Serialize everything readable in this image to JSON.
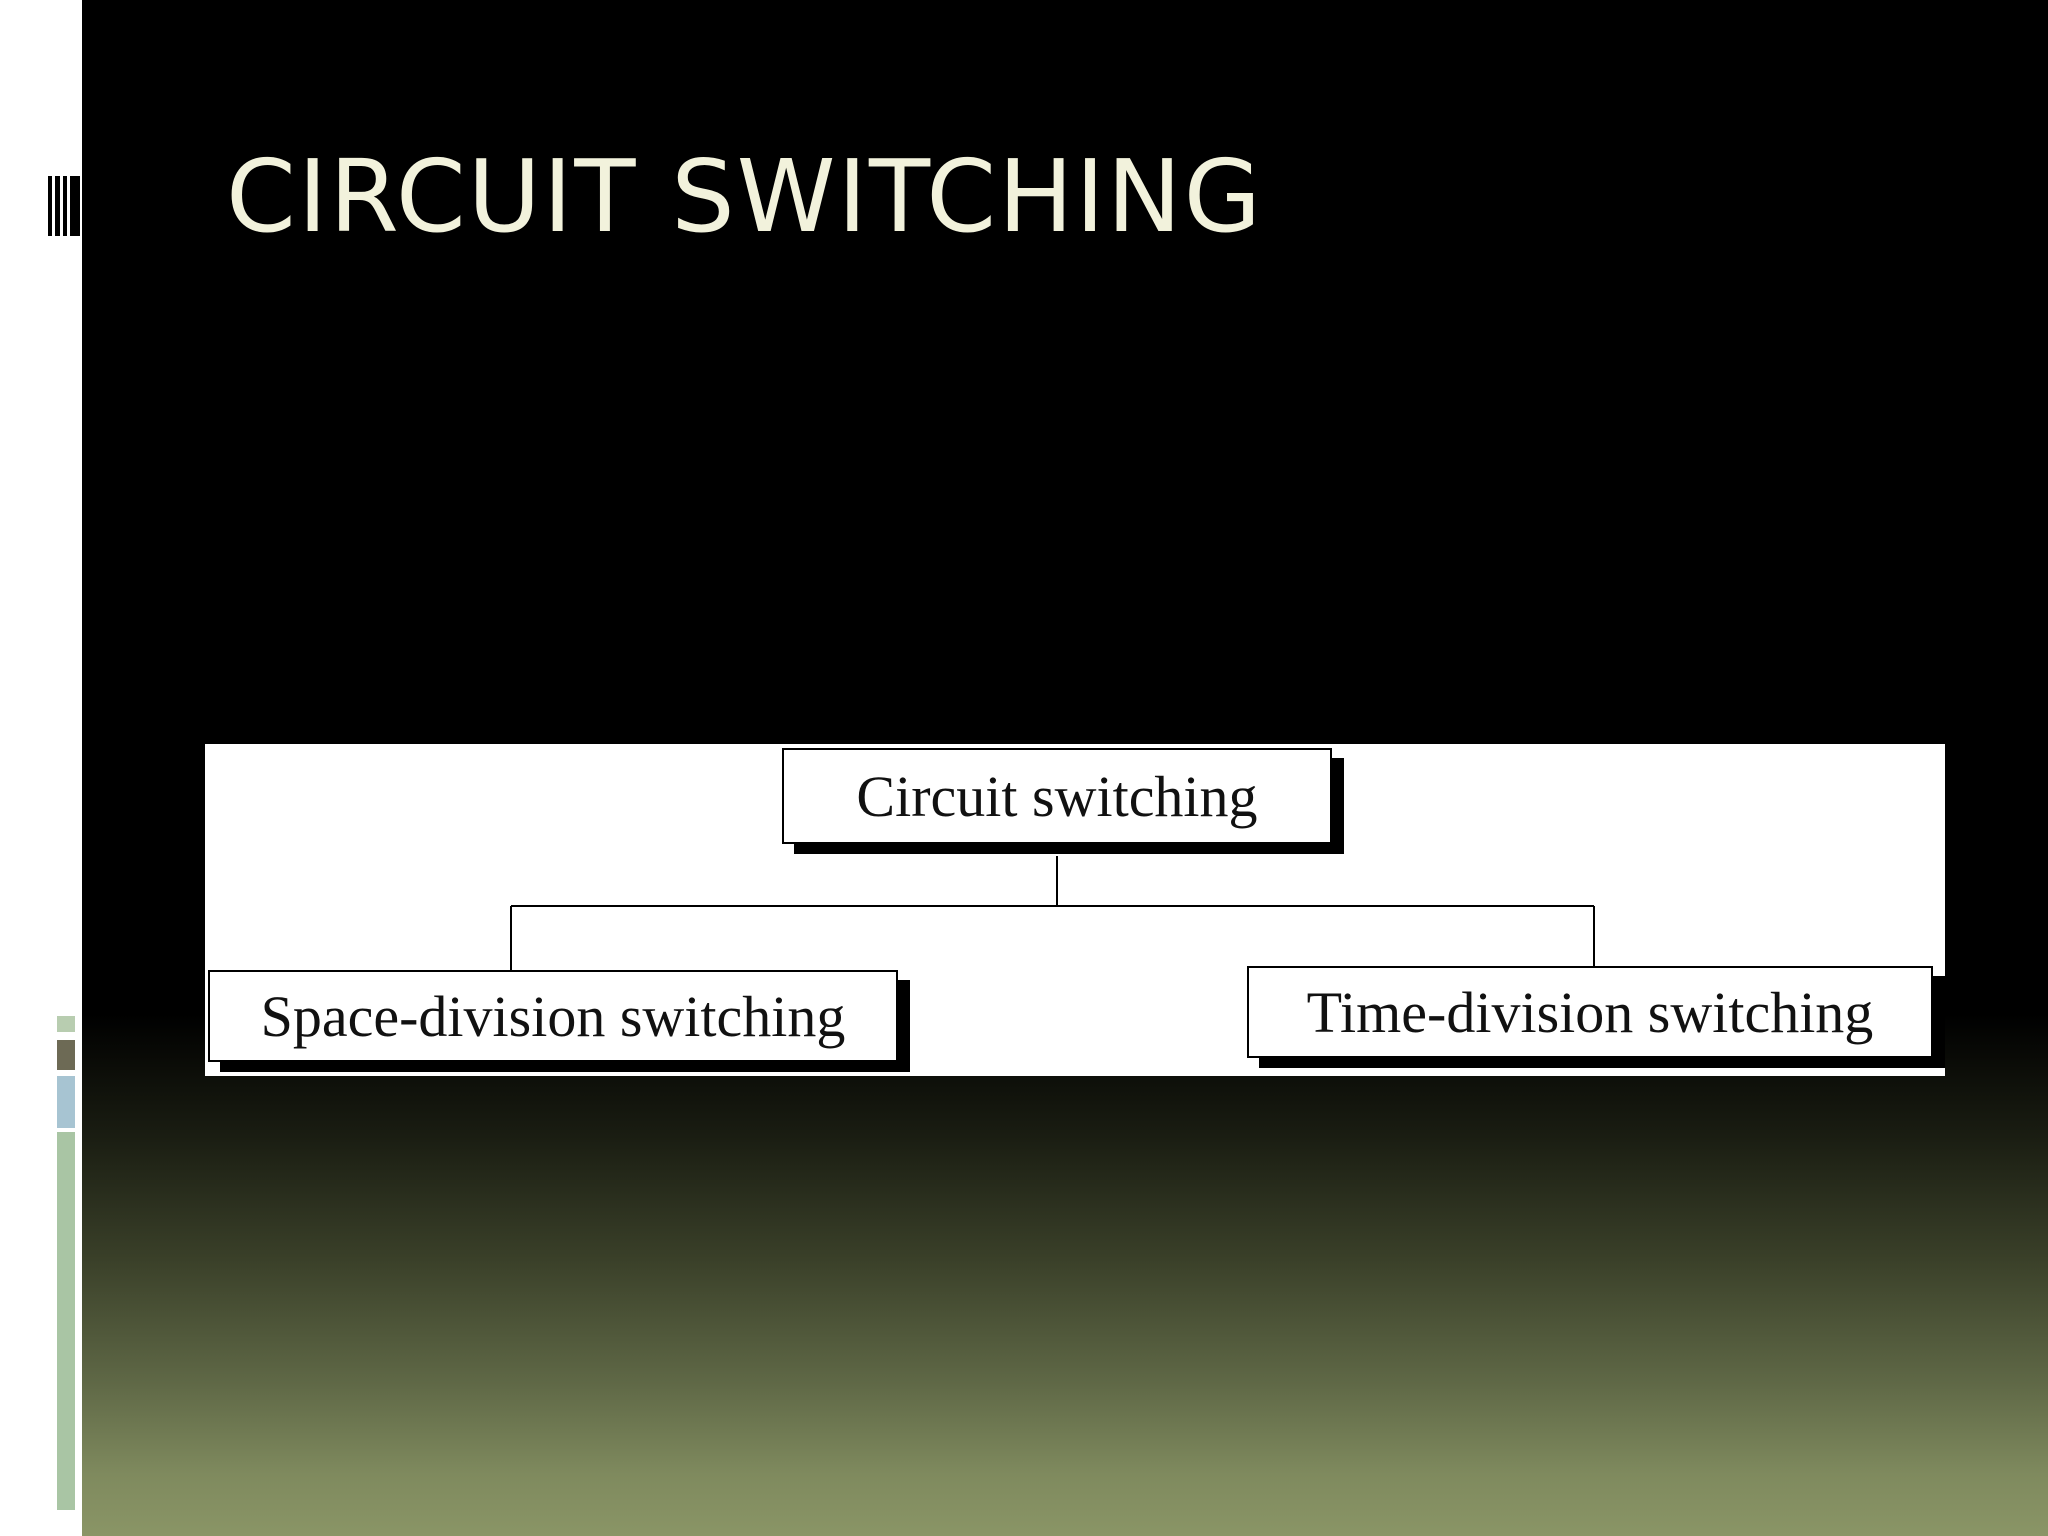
{
  "slide": {
    "title": "CIRCUIT SWITCHING"
  },
  "diagram": {
    "root": "Circuit switching",
    "children": [
      "Space-division switching",
      "Time-division switching"
    ]
  },
  "colors": {
    "title_text": "#f2f2dc",
    "background_top": "#000000",
    "background_bottom": "#8a9566",
    "diagram_background": "#ffffff"
  }
}
